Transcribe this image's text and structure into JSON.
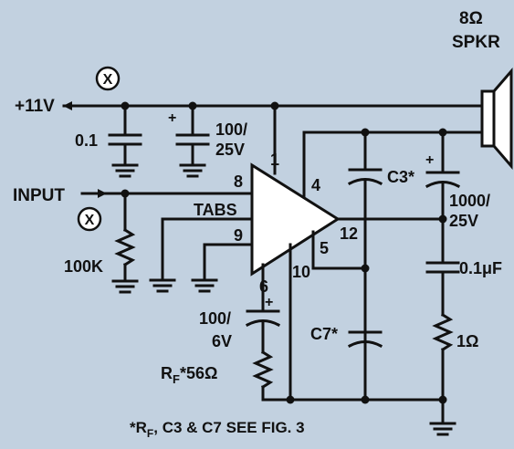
{
  "labels": {
    "speaker_value": "8Ω",
    "speaker_name": "SPKR",
    "supply": "+11V",
    "input": "INPUT",
    "test_point_mark": "X",
    "c_bypass": "0.1",
    "c_supply_value": "100/",
    "c_supply_voltage": "25V",
    "c_supply_polarity": "+",
    "r_input": "100K",
    "tabs": "TABS",
    "pin_1": "1",
    "pin_4": "4",
    "pin_5": "5",
    "pin_6": "6",
    "pin_8": "8",
    "pin_9": "9",
    "pin_10": "10",
    "pin_12": "12",
    "c3": "C3*",
    "c3_polarity": "+",
    "c_output_value": "1000/",
    "c_output_voltage": "25V",
    "c_zobel": "0.1μF",
    "r_zobel": "1Ω",
    "c7": "C7*",
    "c_fb_value": "100/",
    "c_fb_voltage": "6V",
    "c_fb_polarity": "+",
    "rf_prefix": "R",
    "rf_sub": "F",
    "rf_value": "*56Ω",
    "footnote_prefix": "*R",
    "footnote_sub": "F",
    "footnote_text": ", C3 & C7 SEE FIG. 3"
  },
  "colors": {
    "background": "#c2d1e0",
    "ink": "#111111",
    "chip": "#ffffff"
  }
}
